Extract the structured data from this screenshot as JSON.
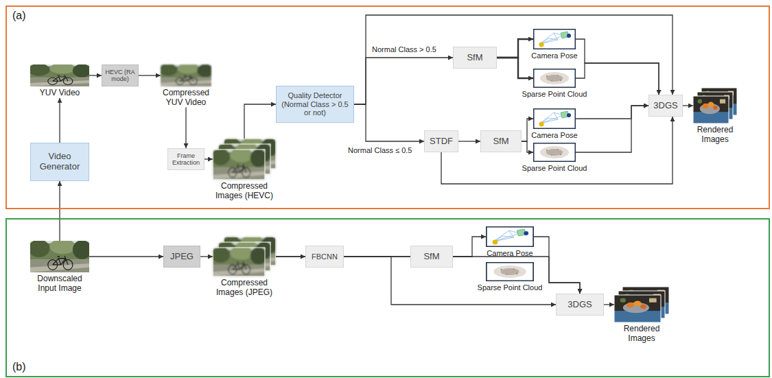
{
  "diagram": {
    "nodes": [
      {
        "text": [
          "(a)"
        ]
      },
      {
        "text": [
          "YUV Video"
        ],
        "in": 0
      },
      {
        "text": [
          "HEVC (RA mode)"
        ],
        "in": 0
      },
      {
        "text": [
          "Compressed YUV Video"
        ],
        "in": 0
      },
      {
        "text": [
          "Video Generator"
        ],
        "in": 0
      },
      {
        "text": [
          "Frame Extraction"
        ],
        "in": 0
      },
      {
        "text": [
          "Compressed Images (HEVC)"
        ],
        "in": 0
      },
      {
        "text": [
          "Quality Detector (Normal Class > 0.5 or not)"
        ],
        "in": 0
      },
      {
        "text": [
          "SfM"
        ],
        "in": 0
      },
      {
        "text": [
          "Camera Pose"
        ],
        "in": 0
      },
      {
        "text": [
          "Sparse Point Cloud"
        ],
        "in": 0
      },
      {
        "text": [
          "3DGS"
        ],
        "in": 0
      },
      {
        "text": [
          "Rendered Images"
        ],
        "in": 0
      },
      {
        "text": [
          "STDF"
        ],
        "in": 0
      },
      {
        "text": [
          "SfM"
        ],
        "in": 0
      },
      {
        "text": [
          "Camera Pose"
        ],
        "in": 0
      },
      {
        "text": [
          "Sparse Point Cloud"
        ],
        "in": 0
      },
      {
        "text": [
          "(b)"
        ]
      },
      {
        "text": [
          "Downscaled Input Image"
        ],
        "in": 17
      },
      {
        "text": [
          "JPEG"
        ],
        "in": 17
      },
      {
        "text": [
          "Compressed Images (JPEG)"
        ],
        "in": 17
      },
      {
        "text": [
          "FBCNN"
        ],
        "in": 17
      },
      {
        "text": [
          "SfM"
        ],
        "in": 17
      },
      {
        "text": [
          "Camera Pose"
        ],
        "in": 17
      },
      {
        "text": [
          "Sparse Point Cloud"
        ],
        "in": 17
      },
      {
        "text": [
          "3DGS"
        ],
        "in": 17
      },
      {
        "text": [
          "Rendered Images"
        ],
        "in": 17
      }
    ],
    "edges": [
      {
        "from": 4,
        "to": 1,
        "arrow": "to"
      },
      {
        "from": 1,
        "to": 2,
        "arrow": "to"
      },
      {
        "from": 2,
        "to": 3,
        "arrow": "to"
      },
      {
        "from": 3,
        "to": 5,
        "arrow": "to"
      },
      {
        "from": 5,
        "to": 6,
        "arrow": "to"
      },
      {
        "from": 6,
        "to": 7,
        "arrow": "to"
      },
      {
        "from": 7,
        "to": 8,
        "label": "Normal Class > 0.5",
        "arrow": "to"
      },
      {
        "from": 7,
        "to": 11,
        "arrow": "to"
      },
      {
        "from": 7,
        "to": 13,
        "label": "Normal Class ≤ 0.5",
        "arrow": "to"
      },
      {
        "from": 8,
        "to": 9,
        "arrow": "to"
      },
      {
        "from": 8,
        "to": 10,
        "arrow": "to"
      },
      {
        "from": 9,
        "to": 11,
        "arrow": "to"
      },
      {
        "from": 10,
        "to": 11,
        "arrow": "to"
      },
      {
        "from": 11,
        "to": 12,
        "arrow": "to"
      },
      {
        "from": 13,
        "to": 14,
        "arrow": "to"
      },
      {
        "from": 14,
        "to": 15,
        "arrow": "to"
      },
      {
        "from": 14,
        "to": 16,
        "arrow": "to"
      },
      {
        "from": 15,
        "to": 11,
        "arrow": "to"
      },
      {
        "from": 16,
        "to": 11,
        "arrow": "to"
      },
      {
        "from": 13,
        "to": 11,
        "arrow": "to"
      },
      {
        "from": 18,
        "to": 4,
        "arrow": "to"
      },
      {
        "from": 18,
        "to": 19,
        "arrow": "to"
      },
      {
        "from": 19,
        "to": 20,
        "arrow": "to"
      },
      {
        "from": 20,
        "to": 21,
        "arrow": "to"
      },
      {
        "from": 21,
        "to": 22,
        "arrow": "to"
      },
      {
        "from": 21,
        "to": 23,
        "arrow": "to"
      },
      {
        "from": 22,
        "to": 25,
        "arrow": "to"
      },
      {
        "from": 23,
        "to": 25,
        "arrow": "to"
      },
      {
        "from": 20,
        "to": 25,
        "arrow": "to"
      },
      {
        "from": 25,
        "to": 26,
        "arrow": "to"
      }
    ]
  }
}
